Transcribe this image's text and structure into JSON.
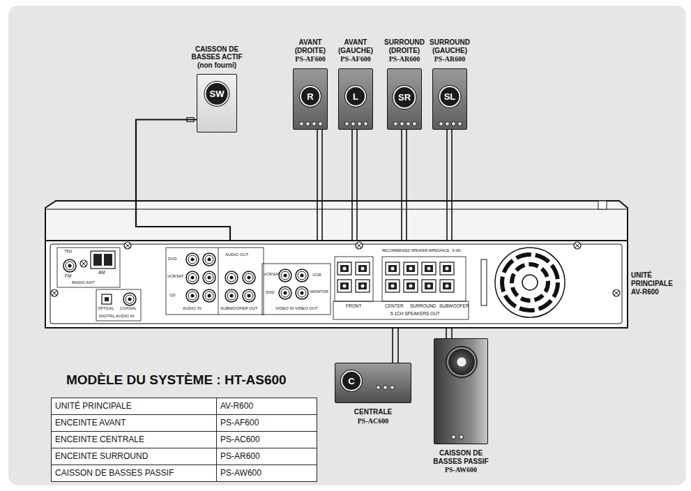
{
  "diagram": {
    "title": "MODÈLE DU SYSTÈME : HT-AS600",
    "nodes": [
      {
        "text": [
          "CAISSON DE BASSES ACTIF (non fourni)",
          "SW"
        ]
      },
      {
        "text": [
          "AVANT (DROITE)",
          "PS-AF600",
          "R"
        ]
      },
      {
        "text": [
          "AVANT (GAUCHE)",
          "PS-AF600",
          "L"
        ]
      },
      {
        "text": [
          "SURROUND (DROITE)",
          "PS-AR600",
          "SR"
        ]
      },
      {
        "text": [
          "SURROUND (GAUCHE)",
          "PS-AR600",
          "SL"
        ]
      },
      {
        "text": [
          "UNITÉ PRINCIPALE AV-R600"
        ]
      },
      {
        "text": [
          "C",
          "CENTRALE",
          "PS-AC600"
        ]
      },
      {
        "text": [
          "CAISSON DE BASSES PASSIF",
          "PS-AW600"
        ]
      }
    ],
    "edges": [
      {
        "from": 0,
        "to": 5,
        "arrow": "none"
      },
      {
        "from": 1,
        "to": 5,
        "arrow": "none"
      },
      {
        "from": 2,
        "to": 5,
        "arrow": "none"
      },
      {
        "from": 3,
        "to": 5,
        "arrow": "none"
      },
      {
        "from": 4,
        "to": 5,
        "arrow": "none"
      },
      {
        "from": 6,
        "to": 5,
        "arrow": "none"
      },
      {
        "from": 7,
        "to": 5,
        "arrow": "none"
      }
    ],
    "labels": [
      "75Ω",
      "FM",
      "AM",
      "RADIO ANT",
      "OPTICAL",
      "COAXIAL",
      "DIGITAL AUDIO IN",
      "DVD",
      "VCR/SAT",
      "CD",
      "AUDIO IN",
      "AUDIO OUT",
      "SUBWOOFER OUT",
      "VCR/SAT",
      "DVD",
      "VIDEO IN",
      "VIDEO OUT",
      "MONITOR",
      "VCR",
      "RECOMMENDED SPEAKER IMPEDANCE : 6~8Ω",
      "FRONT",
      "CENTER",
      "SURROUND",
      "SUBWOOFER",
      "5.1CH SPEAKERS OUT",
      "UNITÉ PRINCIPALE",
      "AV-R600",
      "ENCEINTE AVANT",
      "PS-AF600",
      "ENCEINTE CENTRALE",
      "PS-AC600",
      "ENCEINTE SURROUND",
      "PS-AR600",
      "CAISSON DE BASSES PASSIF",
      "PS-AW600"
    ]
  }
}
